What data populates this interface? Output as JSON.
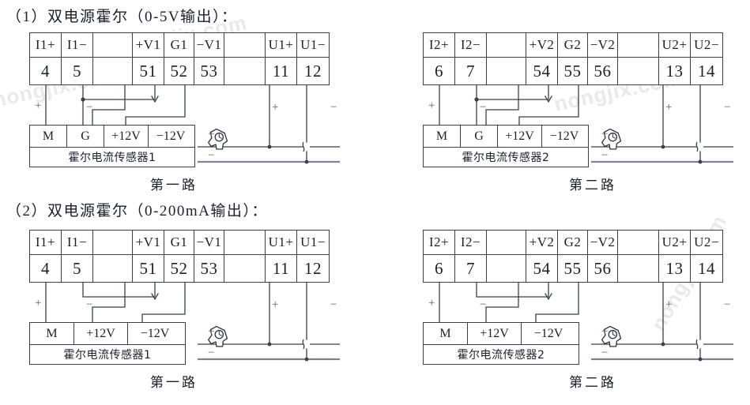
{
  "page": {
    "watermarks": [
      "nongjix.com",
      "nongjix.com",
      "nongjix.com",
      "nongjix.com"
    ]
  },
  "sections": [
    {
      "id": "section-1",
      "title": "（1）双电源霍尔（0-5V输出）：",
      "output_range": "0-5V",
      "circuits": [
        {
          "id": "circuit-1",
          "caption": "第一路",
          "terminal_table": {
            "labels": [
              "I1+",
              "I1−",
              "",
              "+V1",
              "G1",
              "−V1",
              "",
              "U1+",
              "U1−"
            ],
            "numbers": [
              "4",
              "5",
              "",
              "51",
              "52",
              "53",
              "",
              "11",
              "12"
            ],
            "widths": [
              40,
              40,
              50,
              40,
              38,
              38,
              52,
              40,
              40
            ]
          },
          "sensor": {
            "pins": [
              "M",
              "G",
              "+12V",
              "−12V"
            ],
            "pin_widths": [
              47,
              47,
              56,
              56
            ],
            "name": "霍尔电流传感器1"
          },
          "polarity_marks": [
            "+",
            "−",
            "+",
            "−",
            "+",
            "−"
          ]
        },
        {
          "id": "circuit-2",
          "caption": "第二路",
          "terminal_table": {
            "labels": [
              "I2+",
              "I2−",
              "",
              "+V2",
              "G2",
              "−V2",
              "",
              "U2+",
              "U2−"
            ],
            "numbers": [
              "6",
              "7",
              "",
              "54",
              "55",
              "56",
              "",
              "13",
              "14"
            ],
            "widths": [
              40,
              40,
              50,
              40,
              38,
              38,
              52,
              40,
              40
            ]
          },
          "sensor": {
            "pins": [
              "M",
              "G",
              "+12V",
              "−12V"
            ],
            "pin_widths": [
              47,
              47,
              56,
              56
            ],
            "name": "霍尔电流传感器2"
          },
          "polarity_marks": [
            "+",
            "−",
            "+",
            "−",
            "+",
            "−"
          ]
        }
      ]
    },
    {
      "id": "section-2",
      "title": "（2）双电源霍尔（0-200mA输出）：",
      "output_range": "0-200mA",
      "circuits": [
        {
          "id": "circuit-3",
          "caption": "第一路",
          "terminal_table": {
            "labels": [
              "I1+",
              "I1−",
              "",
              "+V1",
              "G1",
              "−V1",
              "",
              "U1+",
              "U1−"
            ],
            "numbers": [
              "4",
              "5",
              "",
              "51",
              "52",
              "53",
              "",
              "11",
              "12"
            ],
            "widths": [
              40,
              40,
              50,
              40,
              38,
              38,
              52,
              40,
              40
            ]
          },
          "sensor": {
            "pins": [
              "M",
              "+12V",
              "−12V"
            ],
            "pin_widths": [
              56,
              68,
              68
            ],
            "name": "霍尔电流传感器1"
          },
          "polarity_marks": [
            "+",
            "−",
            "+",
            "−",
            "+",
            "−"
          ]
        },
        {
          "id": "circuit-4",
          "caption": "第二路",
          "terminal_table": {
            "labels": [
              "I2+",
              "I2−",
              "",
              "+V2",
              "G2",
              "−V2",
              "",
              "U2+",
              "U2−"
            ],
            "numbers": [
              "6",
              "7",
              "",
              "54",
              "55",
              "56",
              "",
              "13",
              "14"
            ],
            "widths": [
              40,
              40,
              50,
              40,
              38,
              38,
              52,
              40,
              40
            ]
          },
          "sensor": {
            "pins": [
              "M",
              "+12V",
              "−12V"
            ],
            "pin_widths": [
              56,
              68,
              68
            ],
            "name": "霍尔电流传感器2"
          },
          "polarity_marks": [
            "+",
            "−",
            "+",
            "−",
            "+",
            "−"
          ]
        }
      ]
    }
  ],
  "colors": {
    "line": "#3a3f4b",
    "text": "#1b1f2a",
    "busbar": "#7d838f",
    "watermark": "#e9e9ec"
  }
}
